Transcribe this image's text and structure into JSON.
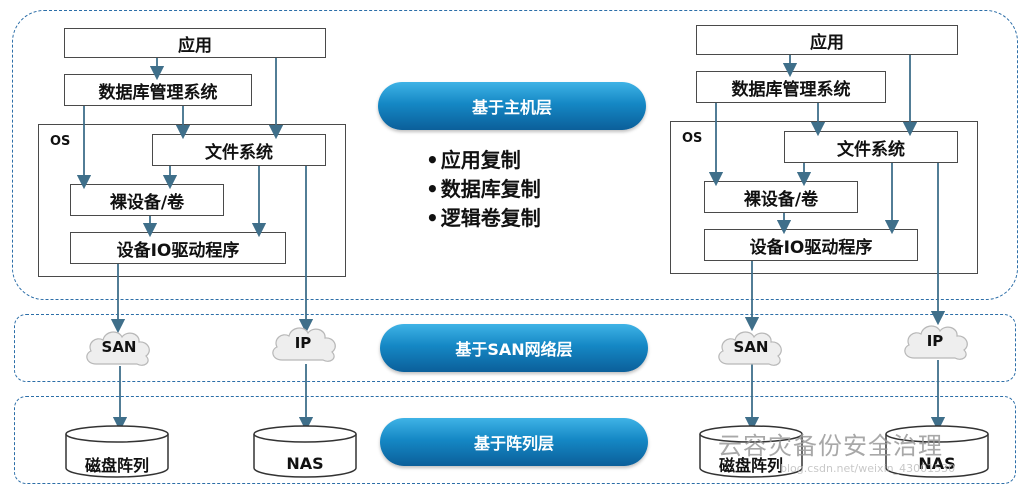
{
  "layers": {
    "host": "基于主机层",
    "san": "基于SAN网络层",
    "array": "基于阵列层"
  },
  "host_methods": [
    "应用复制",
    "数据库复制",
    "逻辑卷复制"
  ],
  "left_stack": {
    "app": "应用",
    "dbms": "数据库管理系统",
    "os": "OS",
    "fs": "文件系统",
    "raw": "裸设备/卷",
    "driver": "设备IO驱动程序"
  },
  "right_stack": {
    "app": "应用",
    "dbms": "数据库管理系统",
    "os": "OS",
    "fs": "文件系统",
    "raw": "裸设备/卷",
    "driver": "设备IO驱动程序"
  },
  "network": {
    "left_san": "SAN",
    "left_ip": "IP",
    "right_san": "SAN",
    "right_ip": "IP"
  },
  "storage": {
    "left_array": "磁盘阵列",
    "left_nas": "NAS",
    "right_array": "磁盘阵列",
    "right_nas": "NAS"
  },
  "watermark": "云容灾备份安全治理",
  "watermark_url": "blog.csdn.net/weixin_43001530",
  "colors": {
    "pill": "#1588c5",
    "dashed_border": "#2c6ea8",
    "arrow": "#3f6f8a",
    "cloud": "#e9e9e9"
  }
}
